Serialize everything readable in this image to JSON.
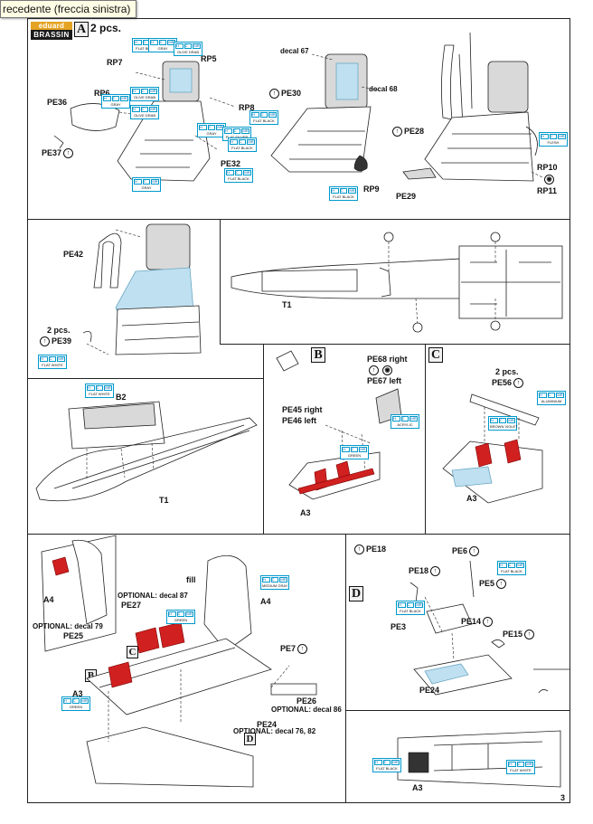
{
  "tooltip": "recedente (freccia sinistra)",
  "logo": {
    "top": "eduard",
    "bottom": "BRASSIN"
  },
  "page_number": "3",
  "sections": {
    "A": {
      "letter": "A",
      "qty": "2 pcs."
    },
    "B": {
      "letter": "B"
    },
    "C": {
      "letter": "C"
    },
    "D": {
      "letter": "D"
    }
  },
  "labels": {
    "rp7": "RP7",
    "rp5": "RP5",
    "rp6": "RP6",
    "rp8": "RP8",
    "pe36": "PE36",
    "pe37": "PE37",
    "pe32": "PE32",
    "decal67": "decal 67",
    "decal68": "decal 68",
    "pe30": "PE30",
    "rp9": "RP9",
    "pe28": "PE28",
    "rp10": "RP10",
    "rp11": "RP11",
    "pe29": "PE29",
    "pe42": "PE42",
    "pe39_qty": "2 pcs.",
    "pe39": "PE39",
    "t1_a": "T1",
    "b2": "B2",
    "t1_b": "T1",
    "pe68": "PE68 right",
    "pe67": "PE67 left",
    "pe45": "PE45 right",
    "pe46": "PE46 left",
    "a3_b": "A3",
    "pe56_qty": "2 pcs.",
    "pe56": "PE56",
    "a3_c": "A3",
    "a4_a": "A4",
    "fill": "fill",
    "a4_b": "A4",
    "opt87": "OPTIONAL: decal 87",
    "pe27": "PE27",
    "opt79": "OPTIONAL: decal 79",
    "pe25": "PE25",
    "a3_d": "A3",
    "pe7": "PE7",
    "pe26": "PE26",
    "opt86": "OPTIONAL: decal 86",
    "pe24_a": "PE24",
    "opt7682": "OPTIONAL: decal 76, 82",
    "pe18_a": "PE18",
    "pe18_b": "PE18",
    "pe6": "PE6",
    "pe5": "PE5",
    "pe3": "PE3",
    "pe14": "PE14",
    "pe15": "PE15",
    "pe24_b": "PE24",
    "a3_e": "A3"
  },
  "color_callouts": [
    {
      "id": "c1",
      "name": "FLAT BLACK"
    },
    {
      "id": "c2",
      "name": "GRAY"
    },
    {
      "id": "c3",
      "name": "OLIVE DRAB"
    },
    {
      "id": "c4",
      "name": "OLIVE DRAB"
    },
    {
      "id": "c5",
      "name": "GRAY"
    },
    {
      "id": "c6",
      "name": "OLIVE DRAB"
    },
    {
      "id": "c7",
      "name": "GRAY"
    },
    {
      "id": "c8",
      "name": "FLAT BLACK"
    },
    {
      "id": "c9",
      "name": "FLAT SILVER"
    },
    {
      "id": "c10",
      "name": "FLAT BLACK"
    },
    {
      "id": "c11",
      "name": "GRAY"
    },
    {
      "id": "c12",
      "name": "FLAT BLACK"
    },
    {
      "id": "c13",
      "name": "FLAT BLACK"
    },
    {
      "id": "c14",
      "name": "FLESH"
    },
    {
      "id": "c15",
      "name": "FLAT WHITE"
    },
    {
      "id": "c16",
      "name": "FLAT WHITE"
    },
    {
      "id": "c17",
      "name": "ACRYLIC"
    },
    {
      "id": "c18",
      "name": "GREEN"
    },
    {
      "id": "c19",
      "name": "ALUMINIUM"
    },
    {
      "id": "c20",
      "name": "BROWN VIOLET"
    },
    {
      "id": "c21",
      "name": "MEDIUM GRAY"
    },
    {
      "id": "c22",
      "name": "GREEN"
    },
    {
      "id": "c23",
      "name": "GREEN"
    },
    {
      "id": "c24",
      "name": "FLAT BLACK"
    },
    {
      "id": "c25",
      "name": "FLAT BLACK"
    },
    {
      "id": "c26",
      "name": "FLAT BLACK"
    },
    {
      "id": "c27",
      "name": "FLAT WHITE"
    }
  ],
  "paint_codes": {
    "h": "H",
    "c": "C",
    "mr": "MRP"
  },
  "colors": {
    "callout_border": "#0099cc",
    "seat_blue": "#bfe0f0",
    "part_red": "#d02020",
    "logo_orange": "#e5a323"
  }
}
